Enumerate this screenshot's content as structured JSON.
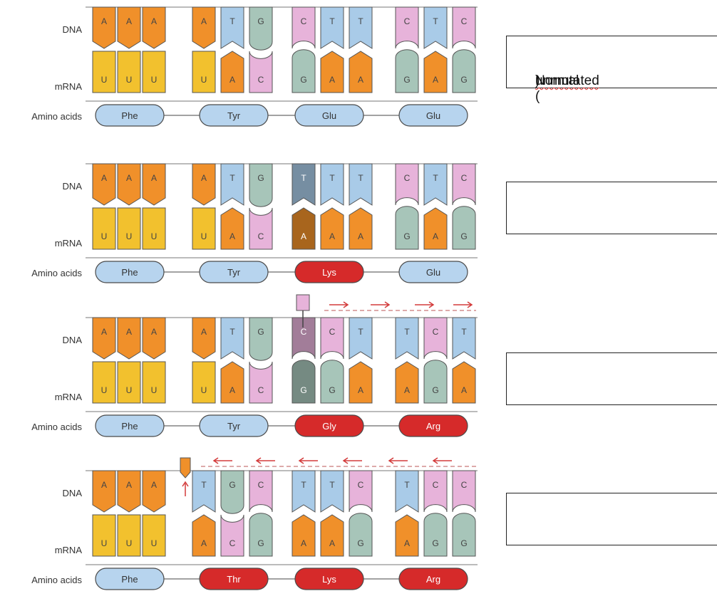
{
  "labels": {
    "dna": "DNA",
    "mrna": "mRNA",
    "amino": "Amino acids"
  },
  "colors": {
    "A": "#f0902a",
    "U": "#f2c12e",
    "T": "#a9cbe8",
    "G": "#a7c5b9",
    "C": "#e7b3da",
    "aa_normal": "#b7d4ee",
    "aa_mut": "#d62a2a",
    "arrow": "#d33b3b"
  },
  "boxes": [
    {
      "text_pre": "Normal (",
      "text_mark": "unmutated",
      "text_post": ")"
    },
    {
      "text_pre": "",
      "text_mark": "",
      "text_post": ""
    },
    {
      "text_pre": "",
      "text_mark": "",
      "text_post": ""
    },
    {
      "text_pre": "",
      "text_mark": "",
      "text_post": ""
    }
  ],
  "panels": [
    {
      "name": "normal",
      "dna": [
        "A",
        "A",
        "A",
        "A",
        "T",
        "G",
        "C",
        "T",
        "T",
        "C",
        "T",
        "C"
      ],
      "mrna": [
        "U",
        "U",
        "U",
        "U",
        "A",
        "C",
        "G",
        "A",
        "A",
        "G",
        "A",
        "G"
      ],
      "amino": [
        {
          "label": "Phe",
          "mutant": false
        },
        {
          "label": "Tyr",
          "mutant": false
        },
        {
          "label": "Glu",
          "mutant": false
        },
        {
          "label": "Glu",
          "mutant": false
        }
      ],
      "highlight": []
    },
    {
      "name": "substitution",
      "dna": [
        "A",
        "A",
        "A",
        "A",
        "T",
        "G",
        "T",
        "T",
        "T",
        "C",
        "T",
        "C"
      ],
      "mrna": [
        "U",
        "U",
        "U",
        "U",
        "A",
        "C",
        "A",
        "A",
        "A",
        "G",
        "A",
        "G"
      ],
      "amino": [
        {
          "label": "Phe",
          "mutant": false
        },
        {
          "label": "Tyr",
          "mutant": false
        },
        {
          "label": "Lys",
          "mutant": true
        },
        {
          "label": "Glu",
          "mutant": false
        }
      ],
      "highlight": [
        6
      ]
    },
    {
      "name": "insertion",
      "dna": [
        "A",
        "A",
        "A",
        "A",
        "T",
        "G",
        "C",
        "C",
        "T",
        "T",
        "C",
        "T"
      ],
      "mrna": [
        "U",
        "U",
        "U",
        "U",
        "A",
        "C",
        "G",
        "G",
        "A",
        "A",
        "G",
        "A"
      ],
      "amino": [
        {
          "label": "Phe",
          "mutant": false
        },
        {
          "label": "Tyr",
          "mutant": false
        },
        {
          "label": "Gly",
          "mutant": true
        },
        {
          "label": "Arg",
          "mutant": true
        }
      ],
      "highlight": [
        6
      ]
    },
    {
      "name": "deletion",
      "dna": [
        "A",
        "A",
        "A",
        "T",
        "G",
        "C",
        "T",
        "T",
        "C",
        "T",
        "C",
        "C"
      ],
      "mrna": [
        "U",
        "U",
        "U",
        "A",
        "C",
        "G",
        "A",
        "A",
        "G",
        "A",
        "G",
        "G"
      ],
      "amino": [
        {
          "label": "Phe",
          "mutant": false
        },
        {
          "label": "Thr",
          "mutant": true
        },
        {
          "label": "Lys",
          "mutant": true
        },
        {
          "label": "Arg",
          "mutant": true
        }
      ],
      "highlight": []
    }
  ]
}
